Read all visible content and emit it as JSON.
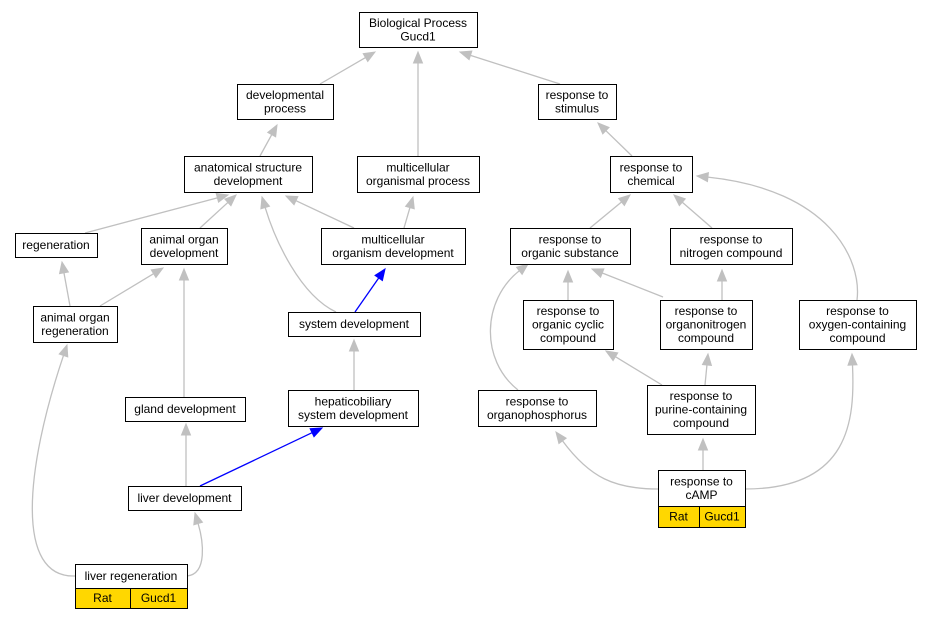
{
  "colors": {
    "edge_default": "#c0c0c0",
    "edge_highlight": "#0000ff",
    "annotation_fill": "#ffd700",
    "node_fill": "#ffffff",
    "node_stroke": "#000000"
  },
  "nodes": [
    {
      "id": "bp",
      "lines": [
        "Biological Process",
        "Gucd1"
      ]
    },
    {
      "id": "devproc",
      "lines": [
        "developmental",
        "process"
      ]
    },
    {
      "id": "stim",
      "lines": [
        "response to",
        "stimulus"
      ]
    },
    {
      "id": "asd",
      "lines": [
        "anatomical structure",
        "development"
      ]
    },
    {
      "id": "mop",
      "lines": [
        "multicellular",
        "organismal process"
      ]
    },
    {
      "id": "chem",
      "lines": [
        "response to",
        "chemical"
      ]
    },
    {
      "id": "regen",
      "lines": [
        "regeneration"
      ]
    },
    {
      "id": "aod",
      "lines": [
        "animal organ",
        "development"
      ]
    },
    {
      "id": "mod",
      "lines": [
        "multicellular",
        "organism development"
      ]
    },
    {
      "id": "ros",
      "lines": [
        "response to",
        "organic substance"
      ]
    },
    {
      "id": "rnc",
      "lines": [
        "response to",
        "nitrogen compound"
      ]
    },
    {
      "id": "aor",
      "lines": [
        "animal organ",
        "regeneration"
      ]
    },
    {
      "id": "sysdev",
      "lines": [
        "system development"
      ]
    },
    {
      "id": "rocc",
      "lines": [
        "response to",
        "organic cyclic",
        "compound"
      ]
    },
    {
      "id": "ronc",
      "lines": [
        "response to",
        "organonitrogen",
        "compound"
      ]
    },
    {
      "id": "roxc",
      "lines": [
        "response to",
        "oxygen-containing",
        "compound"
      ]
    },
    {
      "id": "glanddev",
      "lines": [
        "gland development"
      ]
    },
    {
      "id": "hepsys",
      "lines": [
        "hepaticobiliary",
        "system development"
      ]
    },
    {
      "id": "roph",
      "lines": [
        "response to",
        "organophosphorus"
      ]
    },
    {
      "id": "rpcc",
      "lines": [
        "response to",
        "purine-containing",
        "compound"
      ]
    },
    {
      "id": "livdev",
      "lines": [
        "liver development"
      ]
    },
    {
      "id": "camp",
      "lines": [
        "response to",
        "cAMP"
      ]
    },
    {
      "id": "livregen",
      "lines": [
        "liver regeneration"
      ]
    }
  ],
  "annotations": [
    {
      "node": "camp",
      "cells": [
        "Rat",
        "Gucd1"
      ]
    },
    {
      "node": "livregen",
      "cells": [
        "Rat",
        "Gucd1"
      ]
    }
  ],
  "edges": [
    {
      "from": "devproc",
      "to": "bp",
      "color": "default"
    },
    {
      "from": "mop",
      "to": "bp",
      "color": "default"
    },
    {
      "from": "stim",
      "to": "bp",
      "color": "default"
    },
    {
      "from": "asd",
      "to": "devproc",
      "color": "default"
    },
    {
      "from": "chem",
      "to": "stim",
      "color": "default"
    },
    {
      "from": "regen",
      "to": "asd",
      "color": "default"
    },
    {
      "from": "aod",
      "to": "asd",
      "color": "default"
    },
    {
      "from": "mod",
      "to": "asd",
      "color": "default"
    },
    {
      "from": "sysdev",
      "to": "asd",
      "color": "default"
    },
    {
      "from": "mod",
      "to": "mop",
      "color": "default"
    },
    {
      "from": "ros",
      "to": "chem",
      "color": "default"
    },
    {
      "from": "rnc",
      "to": "chem",
      "color": "default"
    },
    {
      "from": "roxc",
      "to": "chem",
      "color": "default"
    },
    {
      "from": "aor",
      "to": "regen",
      "color": "default"
    },
    {
      "from": "aor",
      "to": "aod",
      "color": "default"
    },
    {
      "from": "glanddev",
      "to": "aod",
      "color": "default"
    },
    {
      "from": "sysdev",
      "to": "mod",
      "color": "highlight"
    },
    {
      "from": "rocc",
      "to": "ros",
      "color": "default"
    },
    {
      "from": "ronc",
      "to": "ros",
      "color": "default"
    },
    {
      "from": "roph",
      "to": "ros",
      "color": "default"
    },
    {
      "from": "ronc",
      "to": "rnc",
      "color": "default"
    },
    {
      "from": "hepsys",
      "to": "sysdev",
      "color": "default"
    },
    {
      "from": "rpcc",
      "to": "rocc",
      "color": "default"
    },
    {
      "from": "rpcc",
      "to": "ronc",
      "color": "default"
    },
    {
      "from": "livdev",
      "to": "glanddev",
      "color": "default"
    },
    {
      "from": "livdev",
      "to": "hepsys",
      "color": "highlight"
    },
    {
      "from": "camp",
      "to": "roph",
      "color": "default"
    },
    {
      "from": "camp",
      "to": "rpcc",
      "color": "default"
    },
    {
      "from": "camp",
      "to": "roxc",
      "color": "default"
    },
    {
      "from": "livregen",
      "to": "livdev",
      "color": "default"
    },
    {
      "from": "livregen",
      "to": "aor",
      "color": "default"
    }
  ]
}
